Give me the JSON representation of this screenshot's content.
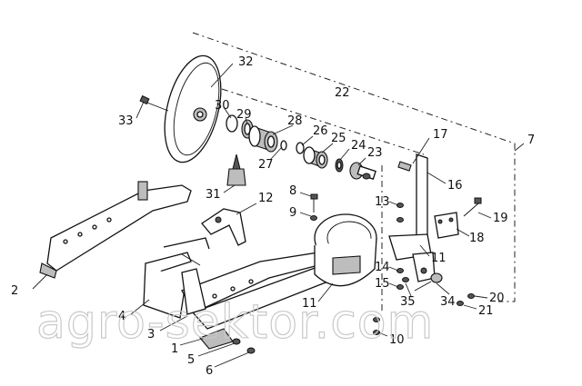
{
  "diagram": {
    "callouts": [
      {
        "id": "c1",
        "label": "1"
      },
      {
        "id": "c2",
        "label": "2"
      },
      {
        "id": "c3",
        "label": "3"
      },
      {
        "id": "c4",
        "label": "4"
      },
      {
        "id": "c5",
        "label": "5"
      },
      {
        "id": "c6",
        "label": "6"
      },
      {
        "id": "c7",
        "label": "7"
      },
      {
        "id": "c8",
        "label": "8"
      },
      {
        "id": "c9",
        "label": "9"
      },
      {
        "id": "c10",
        "label": "10"
      },
      {
        "id": "c11a",
        "label": "11"
      },
      {
        "id": "c11b",
        "label": "11"
      },
      {
        "id": "c12",
        "label": "12"
      },
      {
        "id": "c13",
        "label": "13"
      },
      {
        "id": "c14",
        "label": "14"
      },
      {
        "id": "c15",
        "label": "15"
      },
      {
        "id": "c16",
        "label": "16"
      },
      {
        "id": "c17",
        "label": "17"
      },
      {
        "id": "c18",
        "label": "18"
      },
      {
        "id": "c19",
        "label": "19"
      },
      {
        "id": "c20",
        "label": "20"
      },
      {
        "id": "c21",
        "label": "21"
      },
      {
        "id": "c22",
        "label": "22"
      },
      {
        "id": "c23",
        "label": "23"
      },
      {
        "id": "c24",
        "label": "24"
      },
      {
        "id": "c25",
        "label": "25"
      },
      {
        "id": "c26",
        "label": "26"
      },
      {
        "id": "c27",
        "label": "27"
      },
      {
        "id": "c28",
        "label": "28"
      },
      {
        "id": "c29",
        "label": "29"
      },
      {
        "id": "c30",
        "label": "30"
      },
      {
        "id": "c31",
        "label": "31"
      },
      {
        "id": "c32",
        "label": "32"
      },
      {
        "id": "c33",
        "label": "33"
      },
      {
        "id": "c34",
        "label": "34"
      },
      {
        "id": "c35",
        "label": "35"
      }
    ]
  },
  "watermark": {
    "text": "agro-sektor.com"
  }
}
